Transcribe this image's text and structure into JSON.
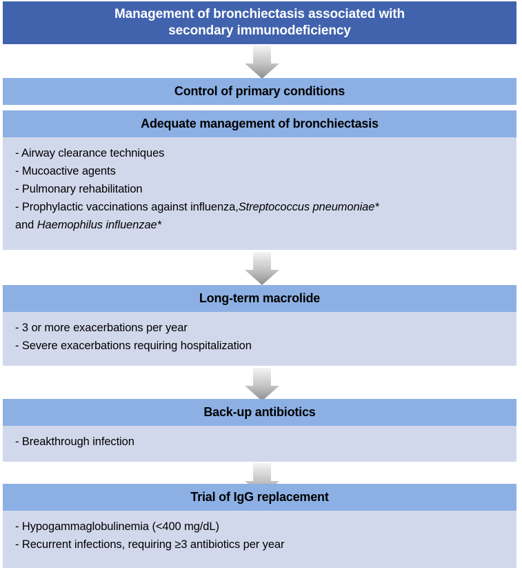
{
  "colors": {
    "title_bg": "#4163ae",
    "title_fg": "#ffffff",
    "header_bg": "#8cb0e4",
    "body_bg": "#d2d8ec",
    "text": "#000000",
    "arrow_light": "#f2f2f2",
    "arrow_dark": "#8d8d8d",
    "page_bg": "#ffffff"
  },
  "chart_data": {
    "type": "flowchart",
    "title": "Management of bronchiectasis associated with secondary immunodeficiency",
    "orientation": "top-to-bottom",
    "connector": "down-arrow",
    "nodes": [
      {
        "id": "title",
        "kind": "title",
        "label": "Management of bronchiectasis associated with secondary immunodeficiency"
      },
      {
        "id": "primary",
        "kind": "header",
        "label": "Control of primary conditions",
        "items": []
      },
      {
        "id": "adequate",
        "kind": "header",
        "label": "Adequate management of bronchiectasis",
        "items": [
          "- Airway clearance techniques",
          "- Mucoactive agents",
          "- Pulmonary rehabilitation",
          "- Prophylactic vaccinations against influenza,Streptococcus pneumoniae* and Haemophilus influenzae*"
        ]
      },
      {
        "id": "macrolide",
        "kind": "header",
        "label": "Long-term macrolide",
        "items": [
          "- 3 or more exacerbations per year",
          "- Severe exacerbations requiring hospitalization"
        ]
      },
      {
        "id": "backup",
        "kind": "header",
        "label": "Back-up antibiotics",
        "items": [
          "- Breakthrough infection"
        ]
      },
      {
        "id": "iggtrial",
        "kind": "header",
        "label": "Trial of IgG replacement",
        "items": [
          "- Hypogammaglobulinemia (<400 mg/dL)",
          "- Recurrent infections, requiring ≥3 antibiotics per year"
        ]
      }
    ],
    "edges": [
      {
        "from": "title",
        "to": "primary"
      },
      {
        "from": "adequate",
        "to": "macrolide"
      },
      {
        "from": "macrolide",
        "to": "backup"
      },
      {
        "from": "backup",
        "to": "iggtrial"
      }
    ]
  },
  "title": {
    "line1": "Management of bronchiectasis associated with",
    "line2": "secondary immunodeficiency"
  },
  "sections": {
    "primary": {
      "header": "Control of primary conditions"
    },
    "adequate": {
      "header": "Adequate management of bronchiectasis",
      "item1": "- Airway clearance techniques",
      "item2": "- Mucoactive agents",
      "item3": "- Pulmonary rehabilitation",
      "item4_prefix": "- Prophylactic vaccinations against influenza,",
      "item4_italic1": "Streptococcus pneumoniae*",
      "item4_mid": "and ",
      "item4_italic2": "Haemophilus influenzae*"
    },
    "macrolide": {
      "header": "Long-term macrolide",
      "item1": "- 3 or more exacerbations per year",
      "item2": "- Severe exacerbations requiring hospitalization"
    },
    "backup": {
      "header": "Back-up antibiotics",
      "item1": "- Breakthrough infection"
    },
    "iggtrial": {
      "header": "Trial of IgG replacement",
      "item1": "- Hypogammaglobulinemia (<400 mg/dL)",
      "item2": "- Recurrent infections, requiring ≥3 antibiotics per year"
    }
  },
  "icons": {
    "arrow": "down-arrow-icon"
  }
}
